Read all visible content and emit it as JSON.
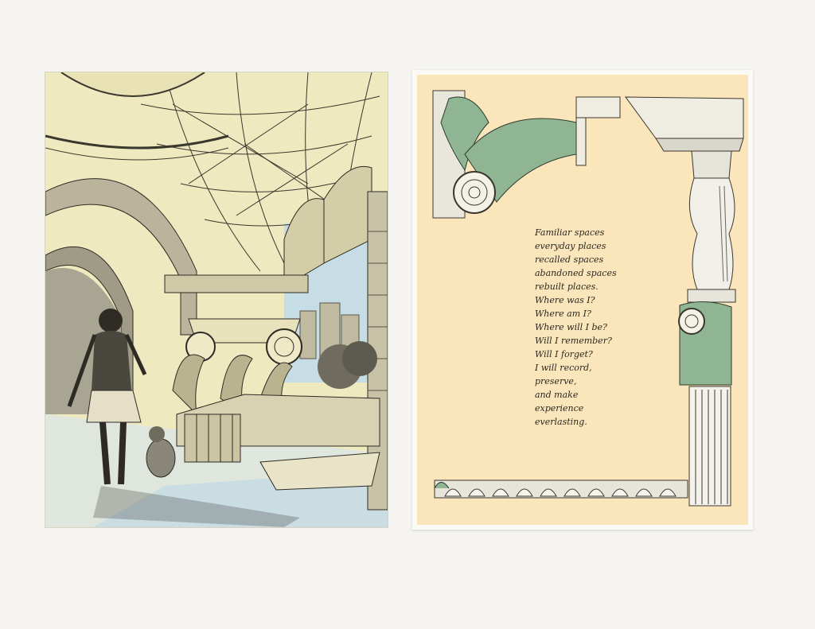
{
  "poem": {
    "lines": [
      "Familiar spaces",
      "everyday places",
      "recalled spaces",
      "abandoned spaces",
      "rebuilt places.",
      "Where was I?",
      "Where am I?",
      "Where will I be?",
      "Will I remember?",
      "Will I forget?",
      "I will record,",
      "preserve,",
      "and make",
      "experience",
      "everlasting."
    ]
  },
  "colors": {
    "page_background": "#f5f4f1",
    "left_plate_tint": "#efe9bf",
    "sky_blue": "#c7dde6",
    "right_plate_paper": "#fbe6bc",
    "acanthus_green": "#8fb593",
    "ink": "#2b2720"
  },
  "icons": {
    "left_artwork": "arcade-illustration-icon",
    "right_artwork": "corinthian-column-frame-icon"
  }
}
